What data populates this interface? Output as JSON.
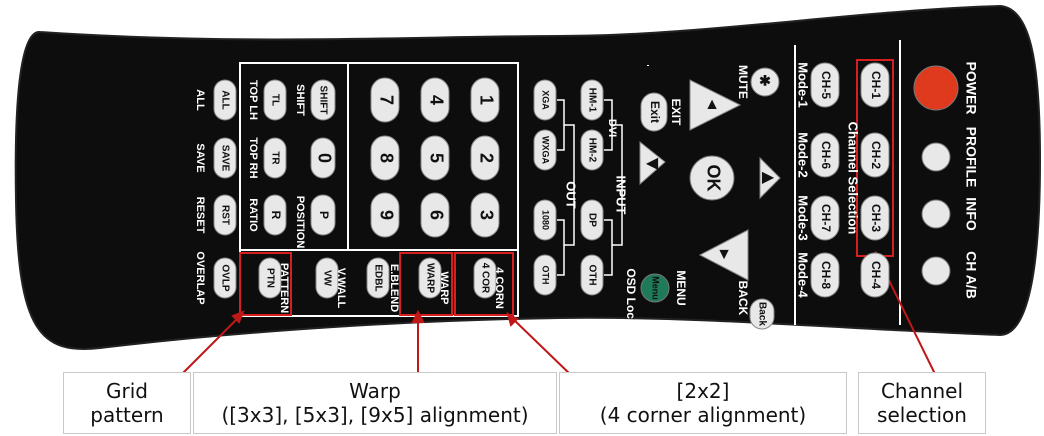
{
  "remote": {
    "top_buttons": [
      "POWER",
      "PROFILE",
      "INFO",
      "CH A/B"
    ],
    "channel_col1": [
      "CH-1",
      "CH-2",
      "CH-3",
      "CH-4"
    ],
    "channel_col2": [
      "CH-5",
      "CH-6",
      "CH-7",
      "CH-8"
    ],
    "channel_selection_label": "Channel Selection",
    "mode_labels": [
      "Mode-1",
      "Mode-2",
      "Mode-3",
      "Mode-4"
    ],
    "mute_label": "MUTE",
    "exit_button": "Exit",
    "exit_label": "EXIT",
    "ok_button": "OK",
    "back_button": "Back",
    "back_label": "BACK",
    "menu_button": "Menu",
    "menu_label": "MENU",
    "osd_lock_label": "OSD Lock",
    "input_label": "INPUT",
    "dvi_label": "DVI",
    "input_buttons": [
      "HM-1",
      "HM-2",
      "DP",
      "OTH"
    ],
    "out_label": "OUT",
    "out_buttons": [
      "XGA",
      "WXGA",
      "1080",
      "OTH"
    ],
    "num_row1": [
      "1",
      "2",
      "3"
    ],
    "num_row2": [
      "4",
      "5",
      "6"
    ],
    "num_row3": [
      "7",
      "8",
      "9"
    ],
    "func_buttons": [
      "4 COR",
      "WARP",
      "EDBL",
      "VW",
      "PTN"
    ],
    "func_labels": [
      "4 CORN",
      "WARP",
      "E.BLEND",
      "V.WALL",
      "PATTERN"
    ],
    "shift_col_buttons": [
      "SHIFT",
      "TL",
      "0",
      "TR",
      "P",
      "R"
    ],
    "shift_col_labels": [
      "SHIFT",
      "TOP LH",
      "TOP RH",
      "POSITION",
      "RATIO"
    ],
    "left_buttons": [
      "ALL",
      "SAVE",
      "RST",
      "OVLP"
    ],
    "left_labels": [
      "ALL",
      "SAVE",
      "RESET",
      "OVERLAP"
    ]
  },
  "callouts": {
    "grid_pattern": [
      "Grid",
      "pattern"
    ],
    "warp": [
      "Warp",
      "([3x3], [5x3], [9x5] alignment)"
    ],
    "corner": [
      "[2x2]",
      "(4 corner alignment)"
    ],
    "channel": [
      "Channel",
      "selection"
    ]
  },
  "colors": {
    "remote_body": "#0d0d0d",
    "button": "#e8e8e8",
    "power": "#e03a1e",
    "menu": "#1f7a5a",
    "highlight": "#d42020",
    "panel_line": "#ffffff"
  }
}
